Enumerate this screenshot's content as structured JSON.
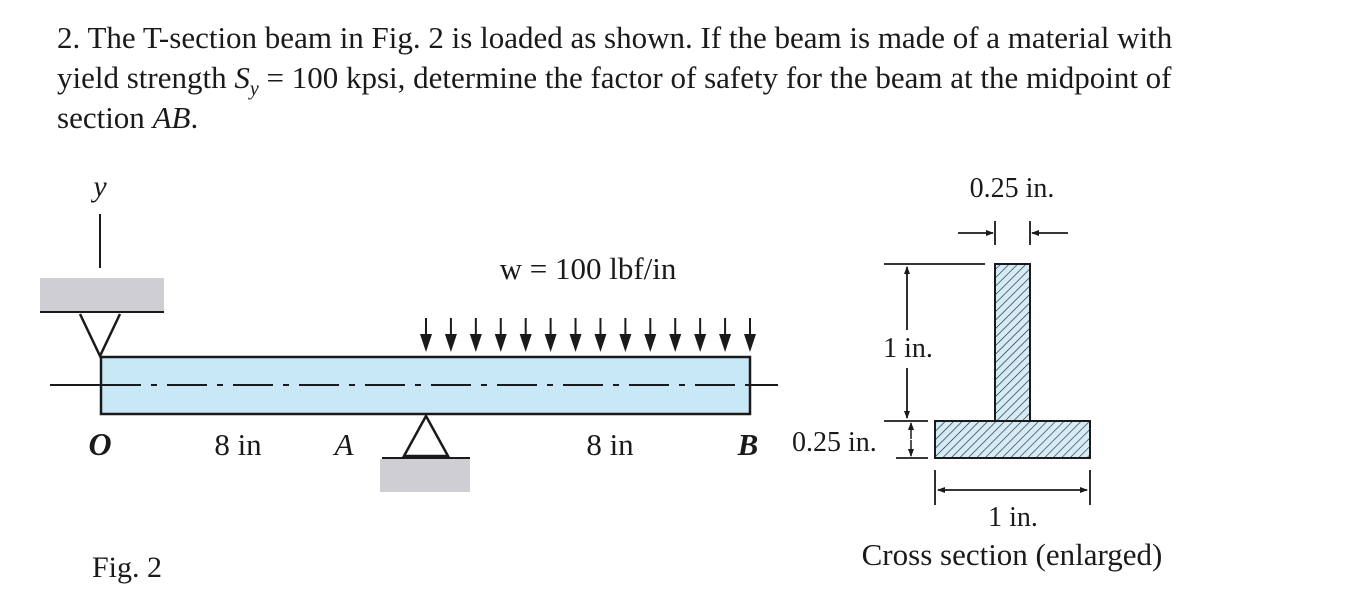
{
  "problem": {
    "number": "2.",
    "line1_text": "The T-section beam in Fig. 2 is loaded as shown.  If the beam is made of a material  with",
    "line2_pre": "yield strength ",
    "sy_symbol": "S",
    "sy_subscript": "y",
    "line2_post": " = 100 kpsi, determine the factor of safety for the beam at the midpoint of",
    "line3_pre": "section ",
    "line3_section": "AB",
    "line3_post": "."
  },
  "figure": {
    "caption": "Fig. 2",
    "y_axis_label": "y",
    "load_label": "w = 100 lbf/in",
    "point_o": "O",
    "point_a": "A",
    "point_b": "B",
    "span_oa": "8 in",
    "span_ab": "8 in"
  },
  "cross_section": {
    "top_width_label": "0.25 in.",
    "height_label": "1 in.",
    "flange_thickness_label": "0.25 in.",
    "base_width_label": "1 in.",
    "caption": "Cross section (enlarged)"
  },
  "colors": {
    "beam_fill": "#c8e8f8",
    "support_fill": "#cfcfd3",
    "hatch_fill": "#d4ecf8",
    "ink": "#1a1a1a"
  }
}
